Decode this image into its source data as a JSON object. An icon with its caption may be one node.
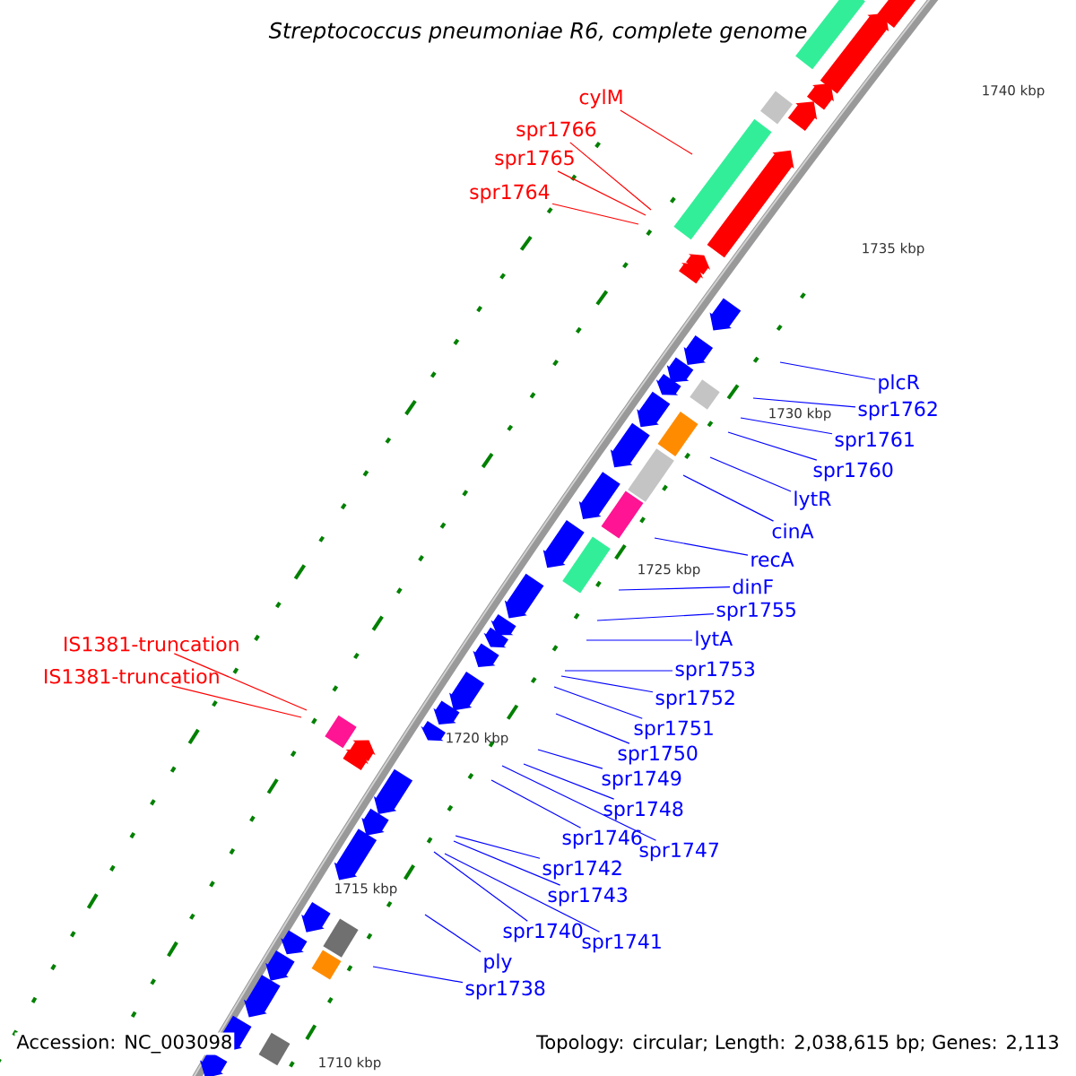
{
  "diagram": {
    "title": "Streptococcus pneumoniae R6, complete genome",
    "nodes": [
      {
        "text": [
          "cylM"
        ]
      },
      {
        "text": [
          "spr1766"
        ]
      },
      {
        "text": [
          "spr1765"
        ]
      },
      {
        "text": [
          "spr1764"
        ]
      },
      {
        "text": [
          "plcR"
        ]
      },
      {
        "text": [
          "spr1762"
        ]
      },
      {
        "text": [
          "spr1761"
        ]
      },
      {
        "text": [
          "spr1760"
        ]
      },
      {
        "text": [
          "lytR"
        ]
      },
      {
        "text": [
          "cinA"
        ]
      },
      {
        "text": [
          "recA"
        ]
      },
      {
        "text": [
          "dinF"
        ]
      },
      {
        "text": [
          "spr1755"
        ]
      },
      {
        "text": [
          "lytA"
        ]
      },
      {
        "text": [
          "IS1381-truncation"
        ]
      },
      {
        "text": [
          "spr1753"
        ]
      },
      {
        "text": [
          "IS1381-truncation"
        ]
      },
      {
        "text": [
          "spr1752"
        ]
      },
      {
        "text": [
          "spr1751"
        ]
      },
      {
        "text": [
          "spr1750"
        ]
      },
      {
        "text": [
          "spr1749"
        ]
      },
      {
        "text": [
          "spr1748"
        ]
      },
      {
        "text": [
          "spr1746"
        ]
      },
      {
        "text": [
          "spr1747"
        ]
      },
      {
        "text": [
          "spr1742"
        ]
      },
      {
        "text": [
          "spr1743"
        ]
      },
      {
        "text": [
          "spr1740"
        ]
      },
      {
        "text": [
          "spr1741"
        ]
      },
      {
        "text": [
          "ply"
        ]
      },
      {
        "text": [
          "spr1738"
        ]
      }
    ],
    "edges": [
      {
        "from": 0,
        "to": null,
        "arrow": "none",
        "color": "#ff0000"
      },
      {
        "from": 1,
        "to": null,
        "arrow": "none",
        "color": "#ff0000"
      },
      {
        "from": 2,
        "to": null,
        "arrow": "none",
        "color": "#ff0000"
      },
      {
        "from": 3,
        "to": null,
        "arrow": "none",
        "color": "#ff0000"
      },
      {
        "from": 4,
        "to": null,
        "arrow": "none"
      },
      {
        "from": 5,
        "to": null,
        "arrow": "none"
      },
      {
        "from": 6,
        "to": null,
        "arrow": "none"
      },
      {
        "from": 7,
        "to": null,
        "arrow": "none"
      },
      {
        "from": 8,
        "to": null,
        "arrow": "none"
      },
      {
        "from": 9,
        "to": null,
        "arrow": "none"
      },
      {
        "from": 10,
        "to": null,
        "arrow": "none"
      },
      {
        "from": 11,
        "to": null,
        "arrow": "none"
      },
      {
        "from": 12,
        "to": null,
        "arrow": "none"
      },
      {
        "from": 13,
        "to": null,
        "arrow": "none"
      },
      {
        "from": 14,
        "to": null,
        "arrow": "none",
        "color": "#ff0000"
      },
      {
        "from": 15,
        "to": null,
        "arrow": "none"
      },
      {
        "from": 16,
        "to": null,
        "arrow": "none",
        "color": "#ff0000"
      },
      {
        "from": 17,
        "to": null,
        "arrow": "none"
      },
      {
        "from": 18,
        "to": null,
        "arrow": "none"
      },
      {
        "from": 19,
        "to": null,
        "arrow": "none"
      },
      {
        "from": 20,
        "to": null,
        "arrow": "none"
      },
      {
        "from": 21,
        "to": null,
        "arrow": "none"
      },
      {
        "from": 22,
        "to": null,
        "arrow": "none"
      },
      {
        "from": 23,
        "to": null,
        "arrow": "none"
      },
      {
        "from": 24,
        "to": null,
        "arrow": "none"
      },
      {
        "from": 25,
        "to": null,
        "arrow": "none"
      },
      {
        "from": 26,
        "to": null,
        "arrow": "none"
      },
      {
        "from": 27,
        "to": null,
        "arrow": "none"
      },
      {
        "from": 28,
        "to": null,
        "arrow": "none"
      },
      {
        "from": 29,
        "to": null,
        "arrow": "none"
      }
    ],
    "labels": [
      "1740 kbp",
      "1735 kbp",
      "1730 kbp",
      "1725 kbp",
      "1720 kbp",
      "1715 kbp",
      "1710 kbp",
      "Accession: NC_003098",
      "Topology: circular; Length: 2,038,615 bp; Genes: 2,113"
    ]
  }
}
